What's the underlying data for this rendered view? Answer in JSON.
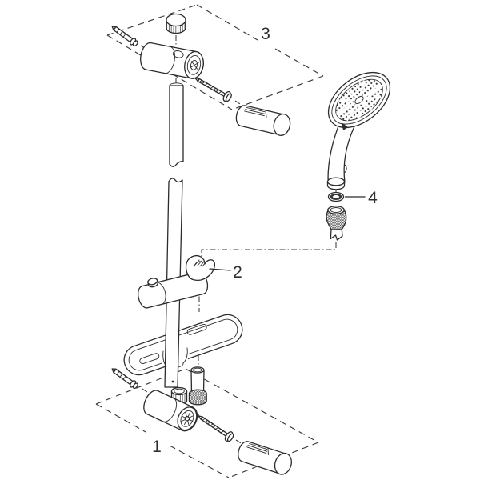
{
  "diagram": {
    "background_color": "#ffffff",
    "line_color": "#2b2b2b",
    "callouts": {
      "bottom_mounting_group": "1",
      "glide_element": "2",
      "top_mounting_group": "3",
      "washer": "4"
    }
  }
}
